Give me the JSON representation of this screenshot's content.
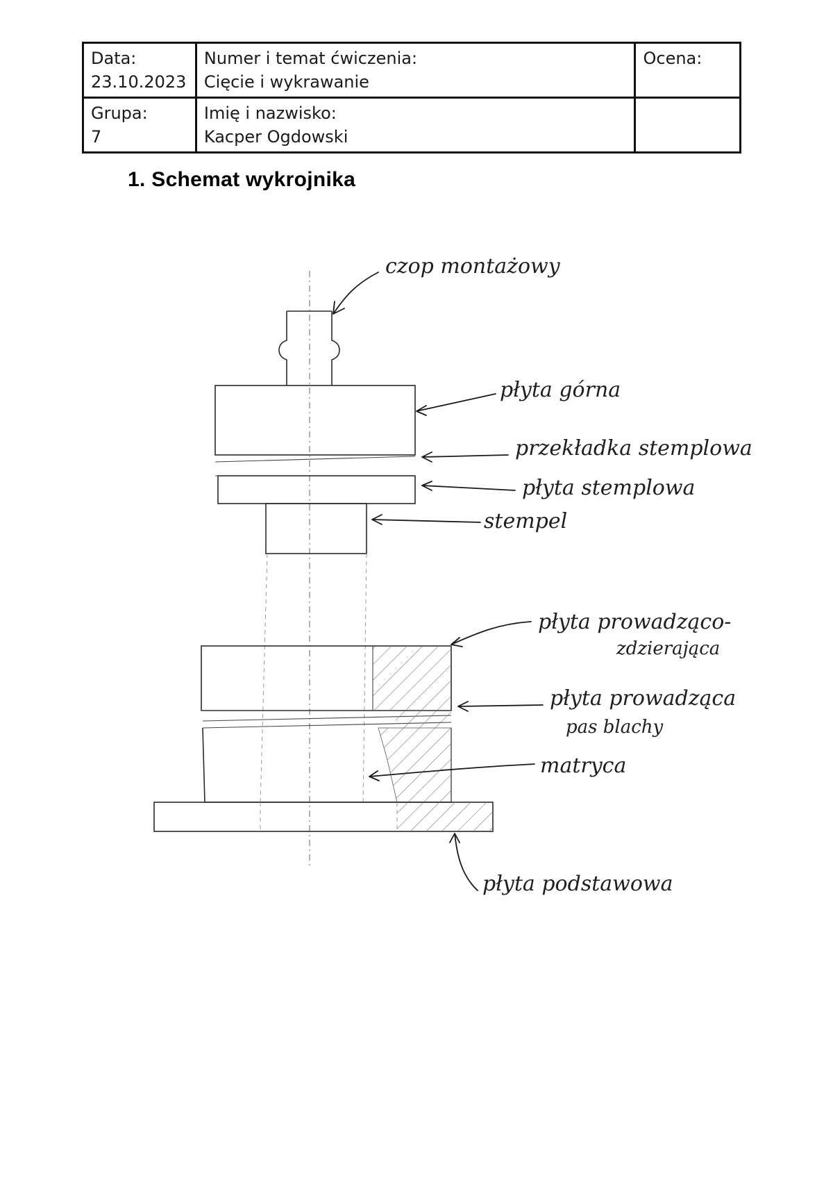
{
  "header": {
    "date_label": "Data:",
    "date_value": "23.10.2023",
    "topic_label": "Numer i temat ćwiczenia:",
    "topic_value": "Cięcie i wykrawanie",
    "grade_label": "Ocena:",
    "group_label": "Grupa:",
    "group_value": "7",
    "name_label": "Imię i nazwisko:",
    "name_value": "Kacper Ogdowski"
  },
  "section": {
    "title": "1. Schemat wykrojnika"
  },
  "labels": {
    "czop": "czop montażowy",
    "plyta_gorna": "płyta górna",
    "przekladka": "przekładka stemplowa",
    "plyta_stemplowa": "płyta stemplowa",
    "stempel": "stempel",
    "prowadzaco_1": "płyta prowadząco-",
    "prowadzaco_2": "zdzierająca",
    "prowadzaca_1": "płyta prowadząca",
    "prowadzaca_2": "pas blachy",
    "matryca": "matryca",
    "podstawowa": "płyta podstawowa"
  },
  "colors": {
    "ink": "#1f1f1f",
    "border": "#111111"
  }
}
